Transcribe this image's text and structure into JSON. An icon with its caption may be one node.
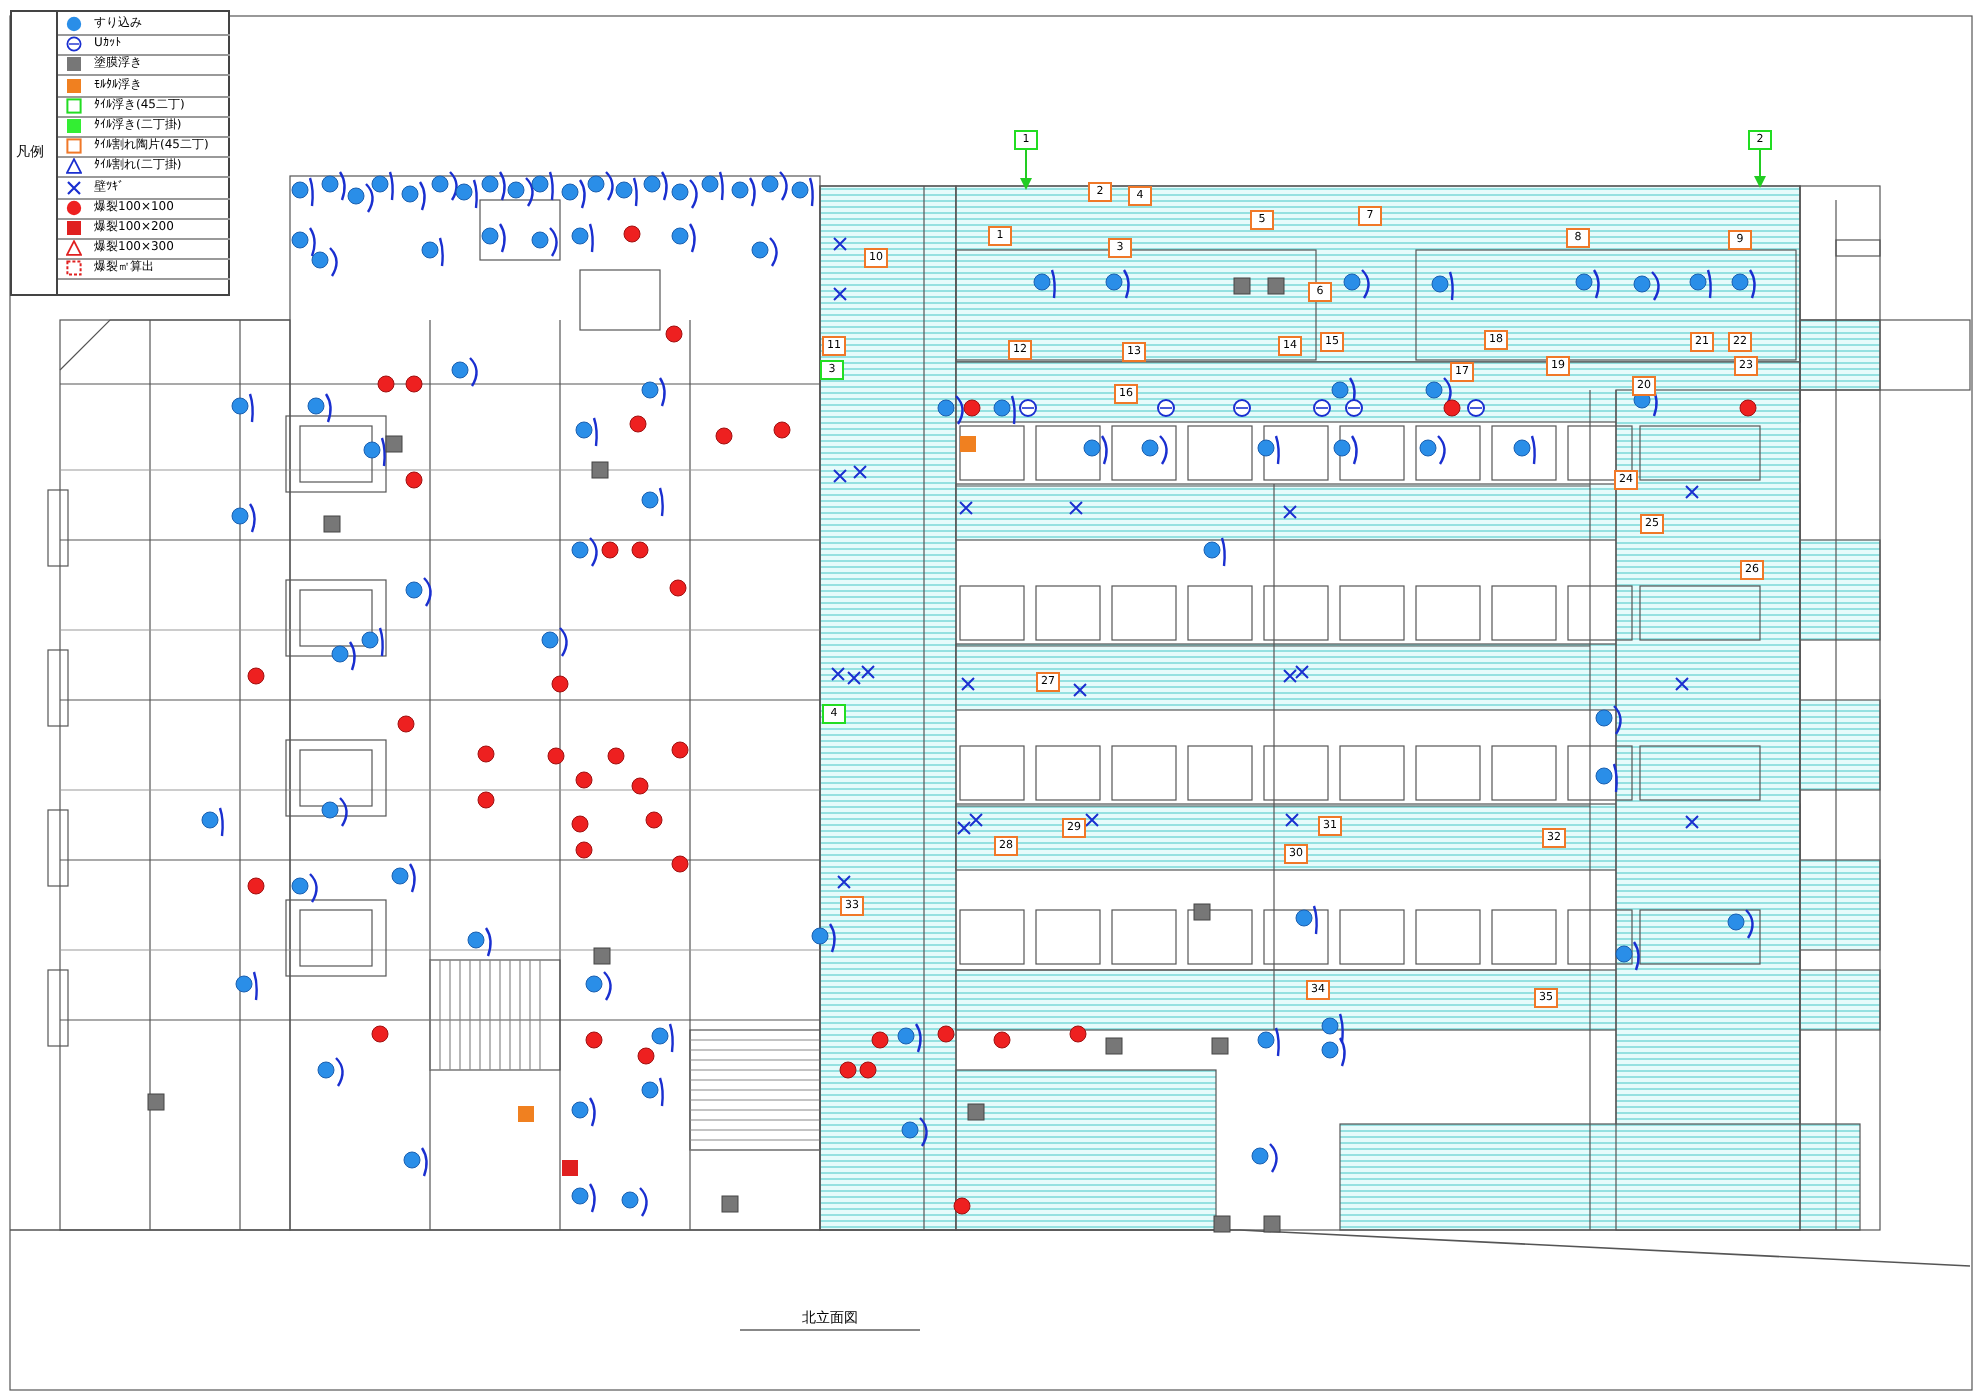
{
  "diagram": {
    "title": "北立面図",
    "nodes": [
      {
        "text": [
          "1"
        ]
      },
      {
        "text": [
          "2"
        ]
      },
      {
        "text": [
          "1"
        ]
      },
      {
        "text": [
          "2"
        ]
      },
      {
        "text": [
          "3"
        ]
      },
      {
        "text": [
          "4"
        ]
      },
      {
        "text": [
          "5"
        ]
      },
      {
        "text": [
          "6"
        ]
      },
      {
        "text": [
          "7"
        ]
      },
      {
        "text": [
          "8"
        ]
      },
      {
        "text": [
          "9"
        ]
      },
      {
        "text": [
          "10"
        ]
      },
      {
        "text": [
          "11"
        ]
      },
      {
        "text": [
          "12"
        ]
      },
      {
        "text": [
          "13"
        ]
      },
      {
        "text": [
          "14"
        ]
      },
      {
        "text": [
          "15"
        ]
      },
      {
        "text": [
          "16"
        ]
      },
      {
        "text": [
          "17"
        ]
      },
      {
        "text": [
          "18"
        ]
      },
      {
        "text": [
          "19"
        ]
      },
      {
        "text": [
          "20"
        ]
      },
      {
        "text": [
          "21"
        ]
      },
      {
        "text": [
          "22"
        ]
      },
      {
        "text": [
          "23"
        ]
      },
      {
        "text": [
          "24"
        ]
      },
      {
        "text": [
          "25"
        ]
      },
      {
        "text": [
          "26"
        ]
      },
      {
        "text": [
          "27"
        ]
      },
      {
        "text": [
          "28"
        ]
      },
      {
        "text": [
          "29"
        ]
      },
      {
        "text": [
          "30"
        ]
      },
      {
        "text": [
          "31"
        ]
      },
      {
        "text": [
          "32"
        ]
      },
      {
        "text": [
          "33"
        ]
      },
      {
        "text": [
          "34"
        ]
      },
      {
        "text": [
          "35"
        ]
      },
      {
        "text": [
          "3"
        ]
      },
      {
        "text": [
          "4"
        ]
      }
    ],
    "edges": [
      {
        "from": 0,
        "to": null,
        "arrow": "to"
      },
      {
        "from": 1,
        "to": null,
        "arrow": "to"
      }
    ],
    "labels": [
      "凡例"
    ],
    "legend": [
      {
        "text": "すり込み"
      },
      {
        "text": "Uｶｯﾄ"
      },
      {
        "text": "塗膜浮き"
      },
      {
        "text": "ﾓﾙﾀﾙ浮き"
      },
      {
        "text": "ﾀｲﾙ浮き(45二丁)"
      },
      {
        "text": "ﾀｲﾙ浮き(二丁掛)"
      },
      {
        "text": "ﾀｲﾙ割れ陶片(45二丁)"
      },
      {
        "text": "ﾀｲﾙ割れ(二丁掛)"
      },
      {
        "text": "壁ﾂｷﾞ"
      },
      {
        "text": "爆裂100×100"
      },
      {
        "text": "爆裂100×200"
      },
      {
        "text": "爆裂100×300"
      },
      {
        "text": "爆裂㎡算出"
      }
    ]
  }
}
